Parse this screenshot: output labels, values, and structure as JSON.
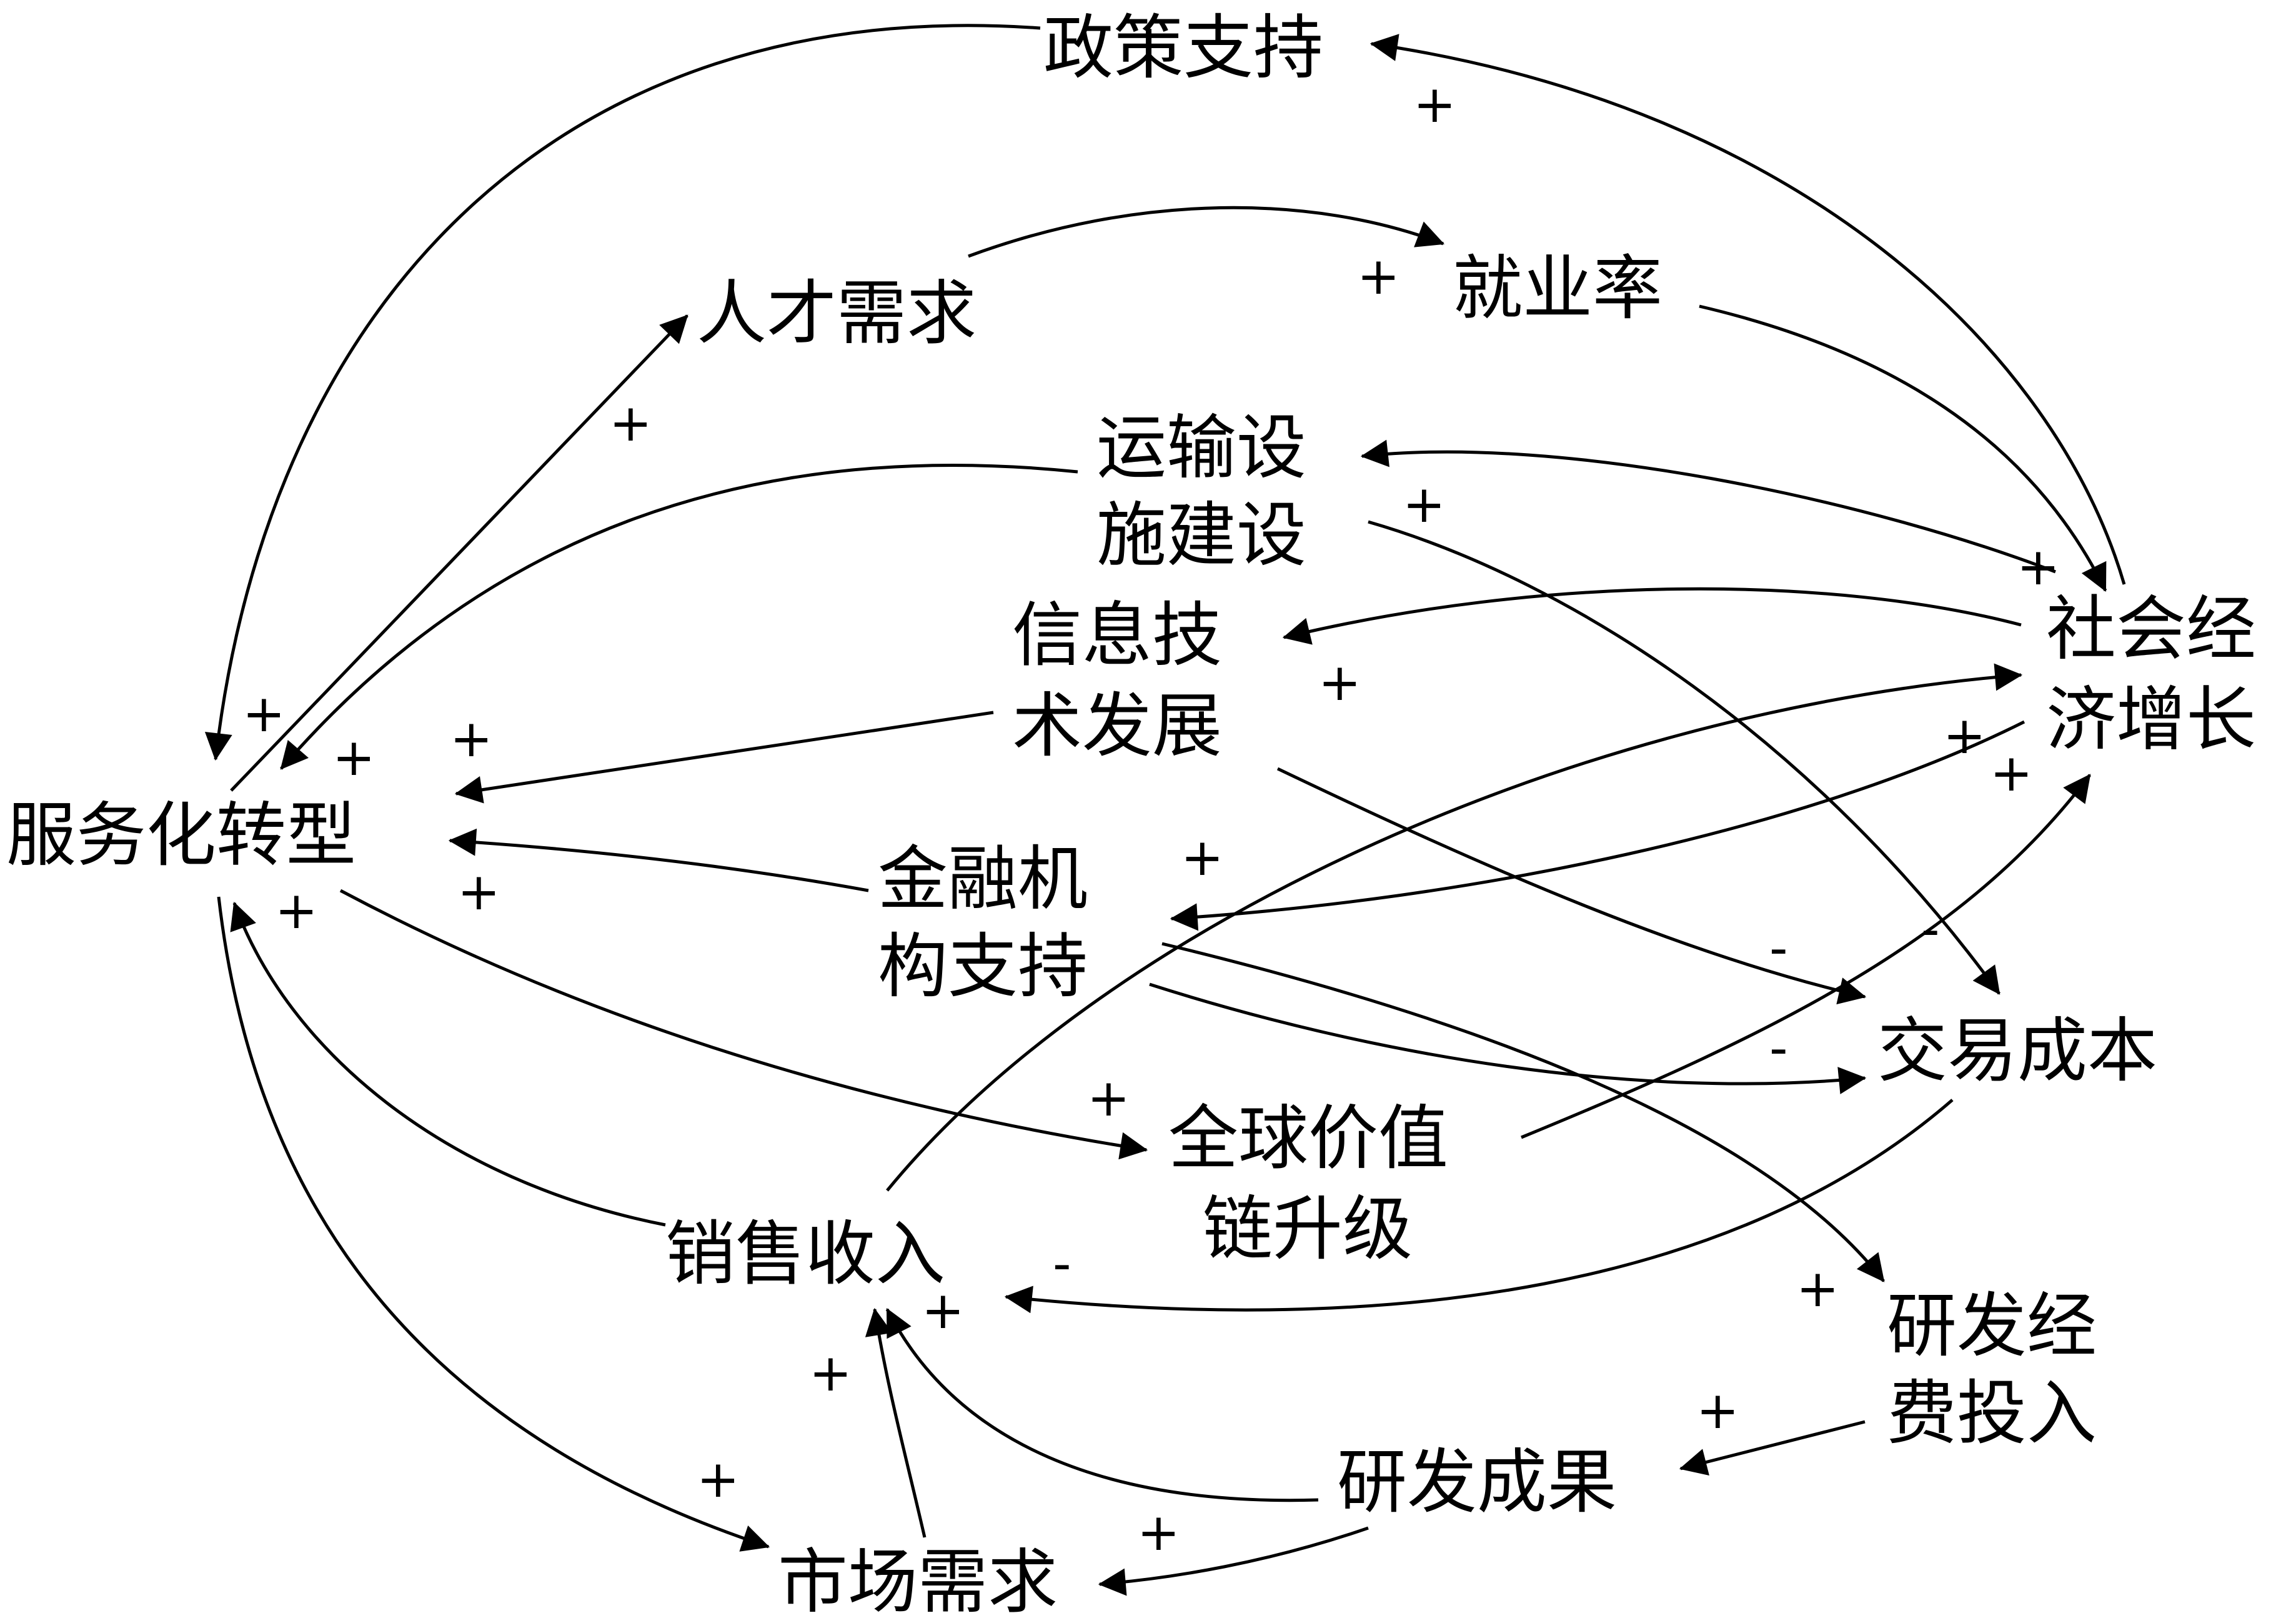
{
  "nodes": {
    "policy_support": "政策支持",
    "talent_demand": "人才需求",
    "employment_rate": "就业率",
    "transport_infra": [
      "运输设",
      "施建设"
    ],
    "it_development": [
      "信息技",
      "术发展"
    ],
    "socioeconomic_growth": [
      "社会经",
      "济增长"
    ],
    "servitization": "服务化转型",
    "financial_support": [
      "金融机",
      "构支持"
    ],
    "transaction_cost": "交易成本",
    "gvc_upgrade": [
      "全球价值",
      "链升级"
    ],
    "sales_revenue": "销售收入",
    "rd_investment": [
      "研发经",
      "费投入"
    ],
    "rd_output": "研发成果",
    "market_demand": "市场需求"
  },
  "links": [
    {
      "from": "socioeconomic_growth",
      "to": "policy_support",
      "polarity": "+"
    },
    {
      "from": "policy_support",
      "to": "servitization",
      "polarity": "+"
    },
    {
      "from": "servitization",
      "to": "talent_demand",
      "polarity": "+"
    },
    {
      "from": "talent_demand",
      "to": "employment_rate",
      "polarity": "+"
    },
    {
      "from": "employment_rate",
      "to": "socioeconomic_growth",
      "polarity": "+"
    },
    {
      "from": "socioeconomic_growth",
      "to": "transport_infra",
      "polarity": "+"
    },
    {
      "from": "transport_infra",
      "to": "servitization",
      "polarity": "+"
    },
    {
      "from": "transport_infra",
      "to": "transaction_cost",
      "polarity": "-"
    },
    {
      "from": "socioeconomic_growth",
      "to": "it_development",
      "polarity": "+"
    },
    {
      "from": "it_development",
      "to": "servitization",
      "polarity": "+"
    },
    {
      "from": "it_development",
      "to": "transaction_cost",
      "polarity": "-"
    },
    {
      "from": "socioeconomic_growth",
      "to": "financial_support",
      "polarity": "+"
    },
    {
      "from": "financial_support",
      "to": "servitization",
      "polarity": "+"
    },
    {
      "from": "financial_support",
      "to": "transaction_cost",
      "polarity": "-"
    },
    {
      "from": "financial_support",
      "to": "rd_investment",
      "polarity": "+"
    },
    {
      "from": "servitization",
      "to": "gvc_upgrade",
      "polarity": "+"
    },
    {
      "from": "gvc_upgrade",
      "to": "socioeconomic_growth",
      "polarity": "+"
    },
    {
      "from": "sales_revenue",
      "to": "socioeconomic_growth",
      "polarity": "+"
    },
    {
      "from": "sales_revenue",
      "to": "servitization",
      "polarity": "+"
    },
    {
      "from": "transaction_cost",
      "to": "sales_revenue",
      "polarity": "-"
    },
    {
      "from": "rd_investment",
      "to": "rd_output",
      "polarity": "+"
    },
    {
      "from": "rd_output",
      "to": "sales_revenue",
      "polarity": "+"
    },
    {
      "from": "rd_output",
      "to": "market_demand",
      "polarity": "+"
    },
    {
      "from": "market_demand",
      "to": "sales_revenue",
      "polarity": "+"
    },
    {
      "from": "servitization",
      "to": "market_demand",
      "polarity": "+"
    }
  ]
}
